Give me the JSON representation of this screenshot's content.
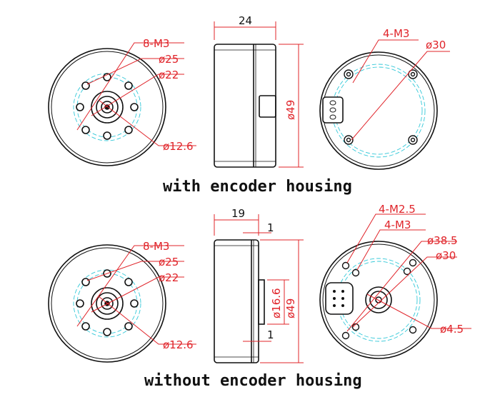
{
  "colors": {
    "outline": "#111111",
    "dimension": "#e0242a",
    "center_line": "#33c8d8",
    "background": "#ffffff"
  },
  "top_row": {
    "caption": "with encoder housing",
    "front": {
      "bolt_label": "8-M3",
      "d1": "ø25",
      "d2": "ø22",
      "d3": "ø12.6"
    },
    "side": {
      "width": "24",
      "height": "ø49"
    },
    "back": {
      "bolt_label": "4-M3",
      "d1": "ø30"
    }
  },
  "bottom_row": {
    "caption": "without encoder housing",
    "front": {
      "bolt_label": "8-M3",
      "d1": "ø25",
      "d2": "ø22",
      "d3": "ø12.6"
    },
    "side": {
      "width": "19",
      "step_top": "1",
      "step_bottom": "1",
      "inner": "ø16.6",
      "height": "ø49"
    },
    "back": {
      "bolt_label_a": "4-M2.5",
      "bolt_label_b": "4-M3",
      "d1": "ø38.5",
      "d2": "ø30",
      "d3": "ø4.5"
    }
  }
}
